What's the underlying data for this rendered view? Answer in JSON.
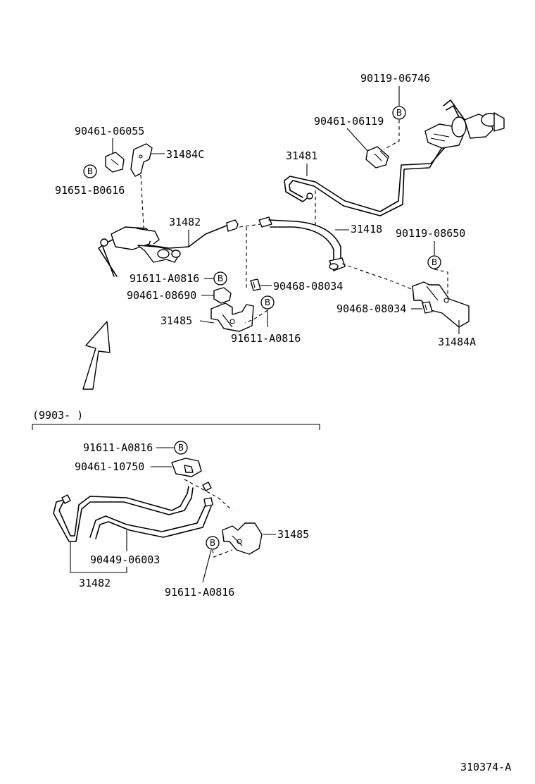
{
  "upper_assembly": {
    "callouts": {
      "c_90119_06746": "90119-06746",
      "c_90461_06119": "90461-06119",
      "c_90461_06055": "90461-06055",
      "c_31484C": "31484C",
      "c_91651_B0616": "91651-B0616",
      "c_31481": "31481",
      "c_31482": "31482",
      "c_31418": "31418",
      "c_90119_08650": "90119-08650",
      "c_91611_A0816_a": "91611-A0816",
      "c_90461_08690": "90461-08690",
      "c_90468_08034_a": "90468-08034",
      "c_90468_08034_b": "90468-08034",
      "c_31485": "31485",
      "c_91611_A0816_b": "91611-A0816",
      "c_31484A": "31484A"
    }
  },
  "variant_section": {
    "header": "(9903-      )",
    "callouts": {
      "c_91611_A0816_c": "91611-A0816",
      "c_90461_10750": "90461-10750",
      "c_31485": "31485",
      "c_90449_06003": "90449-06003",
      "c_31482": "31482",
      "c_91611_A0816_d": "91611-A0816"
    }
  },
  "b_marker": "B",
  "figure_number": "310374-A"
}
